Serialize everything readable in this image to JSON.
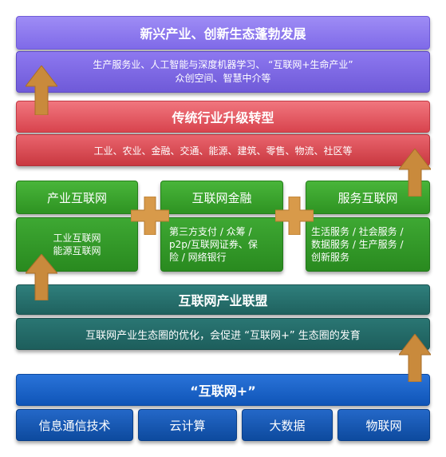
{
  "top": {
    "title": "新兴产业、创新生态蓬勃发展",
    "line1": "生产服务业、人工智能与深度机器学习、 “互联网+生命产业”",
    "line2": "众创空间、智慧中介等"
  },
  "traditional": {
    "title": "传统行业升级转型",
    "body": "工业、农业、金融、交通、能源、建筑、零售、物流、社区等"
  },
  "columns": [
    {
      "title": "产业互联网",
      "lines": [
        "工业互联网",
        "能源互联网"
      ]
    },
    {
      "title": "互联网金融",
      "lines": [
        "第三方支付 / 众筹 /",
        "p2p/互联网证券、保",
        "险 / 网络银行"
      ]
    },
    {
      "title": "服务互联网",
      "lines": [
        "生活服务 / 社会服务 /",
        "数据服务 / 生产服务 /",
        "创新服务"
      ]
    }
  ],
  "alliance": {
    "title": "互联网产业联盟",
    "body": "互联网产业生态圈的优化，会促进 “互联网+” 生态圈的发育"
  },
  "internet_plus": {
    "title": "“互联网+”"
  },
  "tech": [
    "信息通信技术",
    "云计算",
    "大数据",
    "物联网"
  ],
  "colors": {
    "arrow": "#c98a3c",
    "plus": "#d89a4a"
  }
}
